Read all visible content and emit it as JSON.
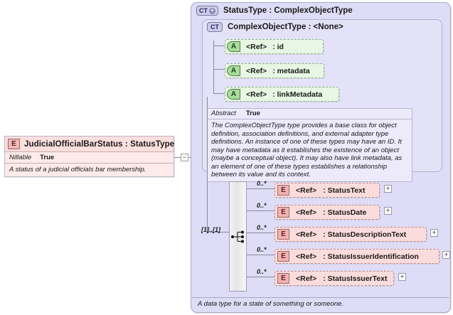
{
  "diagram": {
    "type": "xsd-schema-diagram",
    "element": {
      "badge": "E",
      "badge_icon": "element-badge-icon",
      "title": "JudicialOfficialBarStatus : StatusType",
      "properties": [
        {
          "key": "Nillable",
          "value": "True"
        }
      ],
      "documentation": "A status of a judicial officials bar membership."
    },
    "connector": {
      "collapse_toggle": "−"
    },
    "panel": {
      "badge": "CT",
      "badge_plus": "+",
      "badge_icon": "complex-type-expand-badge-icon",
      "title": "StatusType : ComplexObjectType",
      "footer": "A data type for a state of something or someone.",
      "inner": {
        "badge": "CT",
        "badge_icon": "complex-type-badge-icon",
        "title": "ComplexObjectType : <None>",
        "attributes": [
          {
            "badge": "A",
            "ref": "<Ref>",
            "name": ": id"
          },
          {
            "badge": "A",
            "ref": "<Ref>",
            "name": ": metadata"
          },
          {
            "badge": "A",
            "ref": "<Ref>",
            "name": ": linkMetadata"
          }
        ],
        "doc": {
          "key": "Abstract",
          "value": "True",
          "text": "The ComplexObjectType type provides a base class for object definition, association definitions, and external adapter type definitions. An instance of one of these types may have an ID. It may have metadata as it establishes the existence of an object (maybe a conceptual object). It may also have link metadata, as an element of one of these types establishes a relationship between its value and its context."
        }
      },
      "sequence": {
        "cardinality": "[1]..[1]",
        "icon": "sequence-compositor-icon"
      },
      "elements": [
        {
          "occurrence": "0..*",
          "badge": "E",
          "ref": "<Ref>",
          "name": ": StatusText",
          "expand": "+"
        },
        {
          "occurrence": "0..*",
          "badge": "E",
          "ref": "<Ref>",
          "name": ": StatusDate",
          "expand": "+"
        },
        {
          "occurrence": "0..*",
          "badge": "E",
          "ref": "<Ref>",
          "name": ": StatusDescriptionText",
          "expand": "+"
        },
        {
          "occurrence": "0..*",
          "badge": "E",
          "ref": "<Ref>",
          "name": ": StatusIssuerIdentification",
          "expand": "+"
        },
        {
          "occurrence": "0..*",
          "badge": "E",
          "ref": "<Ref>",
          "name": ": StatusIssuerText",
          "expand": "+"
        }
      ]
    },
    "colors": {
      "panel_bg": "#dedcf6",
      "inner_panel_bg": "#e4e2f8",
      "element_pink": "#fbdcdc",
      "attribute_green": "#e7f7e3",
      "line": "#8a8a9a"
    }
  }
}
